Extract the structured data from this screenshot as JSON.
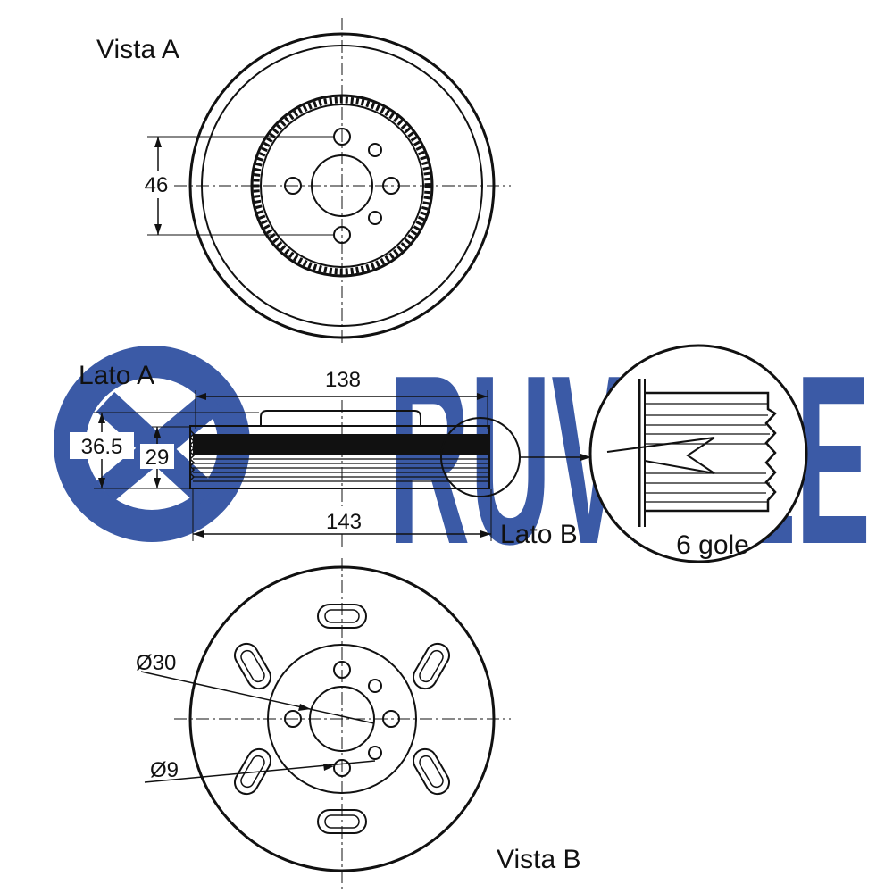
{
  "brand": {
    "name": "RUVILLE",
    "color": "#3b5aa6"
  },
  "views": {
    "vista_a": "Vista A",
    "lato_a": "Lato A",
    "lato_b": "Lato B",
    "vista_b": "Vista B"
  },
  "dimensions": {
    "bolt_circle": "46",
    "width_top": "138",
    "width_bottom": "143",
    "height_total": "36.5",
    "height_belt": "29",
    "diameter_center": "Ø30",
    "diameter_hole": "Ø9"
  },
  "detail": {
    "grooves": "6 gole"
  },
  "colors": {
    "line": "#111111",
    "watermark": "#3b5aa6",
    "belt_fill": "#111111"
  }
}
